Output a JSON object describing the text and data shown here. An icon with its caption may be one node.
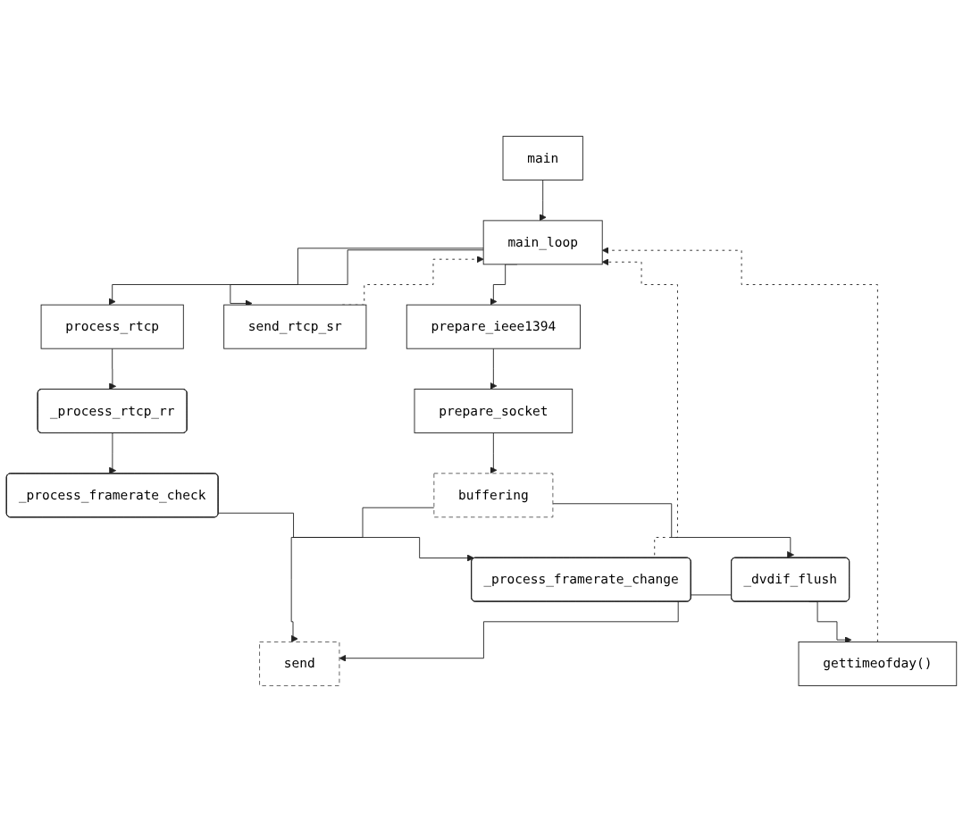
{
  "diagram": {
    "nodes": [
      {
        "text": [
          "main"
        ]
      },
      {
        "text": [
          "main_loop"
        ]
      },
      {
        "text": [
          "prepare_ieee1394"
        ]
      },
      {
        "text": [
          "send_rtcp_sr"
        ]
      },
      {
        "text": [
          "process_rtcp"
        ]
      },
      {
        "text": [
          "prepare_socket"
        ]
      },
      {
        "text": [
          "buffering"
        ]
      },
      {
        "text": [
          "send"
        ]
      },
      {
        "text": [
          "_dvdif_flush"
        ]
      },
      {
        "text": [
          "gettimeofday()"
        ]
      },
      {
        "text": [
          "_process_rtcp_rr"
        ]
      },
      {
        "text": [
          "_process_framerate_check"
        ]
      },
      {
        "text": [
          "_process_framerate_change"
        ]
      }
    ],
    "edges": [
      {
        "from": 0,
        "to": 1,
        "arrow": "to"
      },
      {
        "from": 1,
        "to": 2,
        "arrow": "to"
      },
      {
        "from": 1,
        "to": 3,
        "arrow": "to"
      },
      {
        "from": 1,
        "to": 4,
        "arrow": "to"
      },
      {
        "from": 2,
        "to": 5,
        "arrow": "to"
      },
      {
        "from": 5,
        "to": 6,
        "arrow": "to"
      },
      {
        "from": 6,
        "to": 7,
        "arrow": "to"
      },
      {
        "from": 6,
        "to": 8,
        "arrow": "to"
      },
      {
        "from": 8,
        "to": 7,
        "arrow": "to"
      },
      {
        "from": 8,
        "to": 9,
        "arrow": "to"
      },
      {
        "from": 4,
        "to": 10,
        "arrow": "to"
      },
      {
        "from": 10,
        "to": 11,
        "arrow": "to"
      },
      {
        "from": 11,
        "to": 12,
        "arrow": "to"
      },
      {
        "from": 9,
        "to": 1,
        "arrow": "to",
        "style": "dashed"
      },
      {
        "from": 3,
        "to": 1,
        "arrow": "to",
        "style": "dashed"
      },
      {
        "from": 12,
        "to": 1,
        "arrow": "to",
        "style": "dashed"
      }
    ]
  }
}
